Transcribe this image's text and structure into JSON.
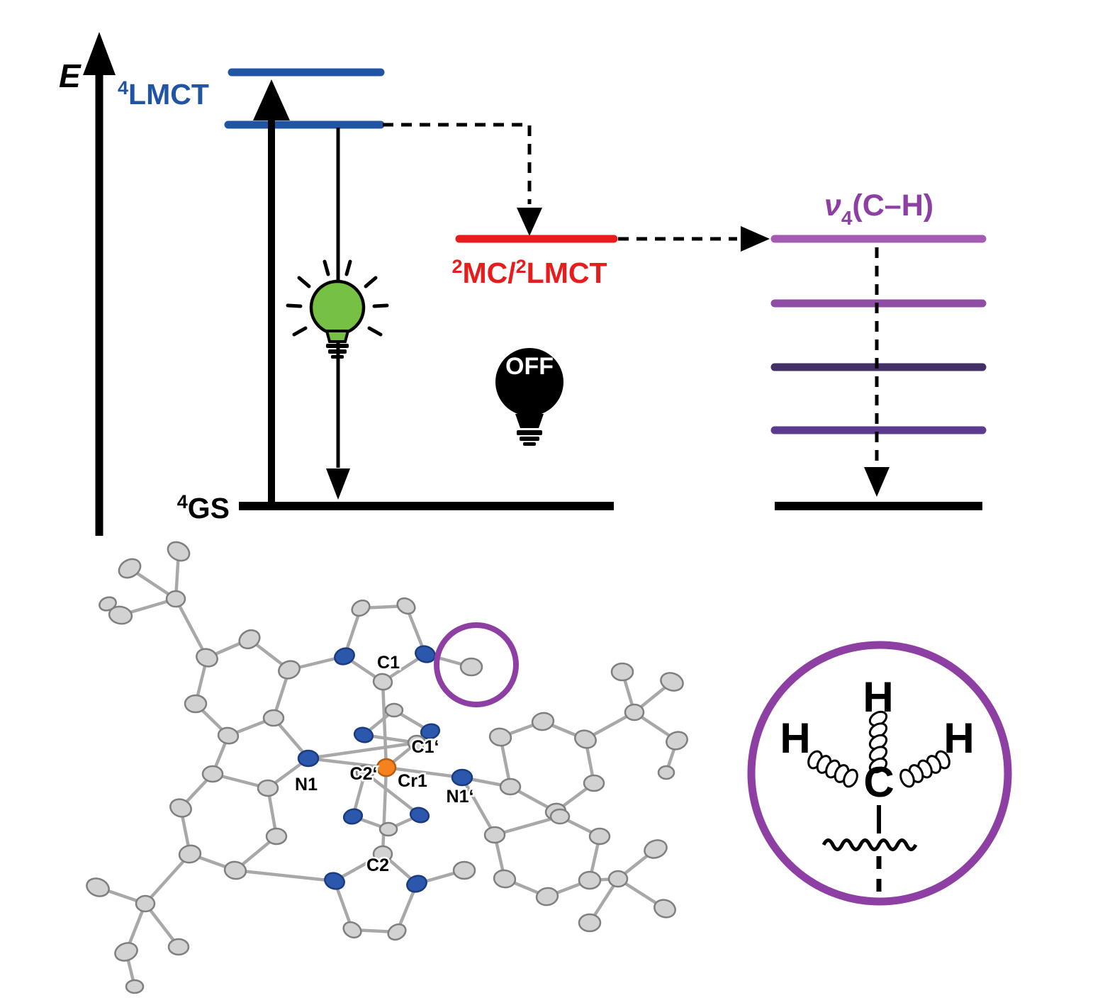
{
  "colors": {
    "blue": "#2155a3",
    "red": "#e81c1c",
    "green": "#76c043",
    "purple": "#8e3fa3",
    "vib1": "#a45cb2",
    "vib2": "#8f4da6",
    "vib3": "#433067",
    "vib4": "#5c3b8e",
    "cr_orange": "#f5821f",
    "n_blue": "#2b57ad",
    "atom_gray": "#d2d2d2",
    "black": "#000000"
  },
  "diagram": {
    "axis": "E",
    "lmct_sup": "4",
    "lmct": "LMCT",
    "mc_sup1": "2",
    "mc_p1": "MC/",
    "mc_sup2": "2",
    "mc_p2": "LMCT",
    "vib_nu": "ν",
    "vib_sub": "4",
    "vib_rest": "(C–H)",
    "gs_sup": "4",
    "gs": "GS",
    "bulb_off": "OFF"
  },
  "molecule": {
    "c1": "C1",
    "c1p": "C1‘",
    "c2p": "C2‘",
    "cr1": "Cr1",
    "n1": "N1",
    "n1p": "N1‘",
    "c2": "C2"
  },
  "methyl": {
    "h_top": "H",
    "h_left": "H",
    "h_right": "H",
    "c": "C"
  }
}
